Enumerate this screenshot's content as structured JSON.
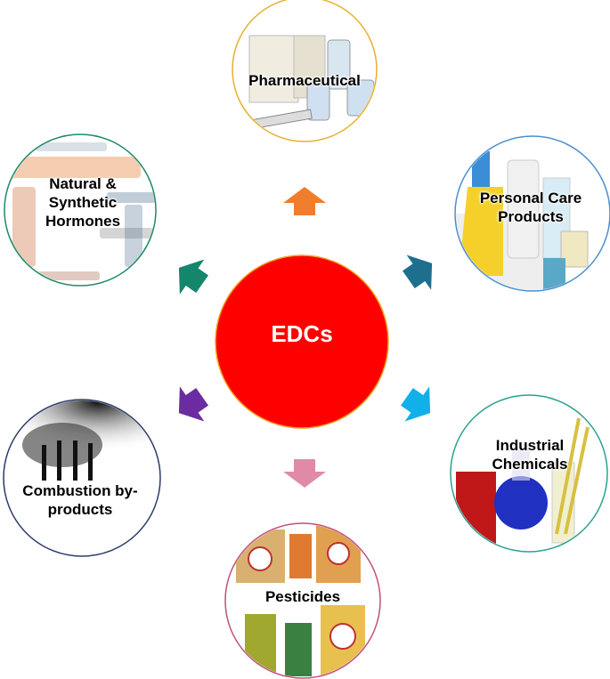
{
  "center": {
    "label": "EDCs",
    "color": "#ff0000"
  },
  "sources": [
    {
      "label": "Pharmaceutical",
      "border": "#e8b030",
      "arrow": "#ef7d2c"
    },
    {
      "label": "Natural & Synthetic Hormones",
      "border": "#1f8a6a",
      "arrow": "#15866b"
    },
    {
      "label": "Personal Care Products",
      "border": "#4a8fd0",
      "arrow": "#1e6f8e"
    },
    {
      "label": "Combustion by-products",
      "border": "#2b3b6a",
      "arrow": "#6a2ca0"
    },
    {
      "label": "Industrial Chemicals",
      "border": "#2aa090",
      "arrow": "#10b0e8"
    },
    {
      "label": "Pesticides",
      "border": "#c0507a",
      "arrow": "#e08aa8"
    }
  ]
}
